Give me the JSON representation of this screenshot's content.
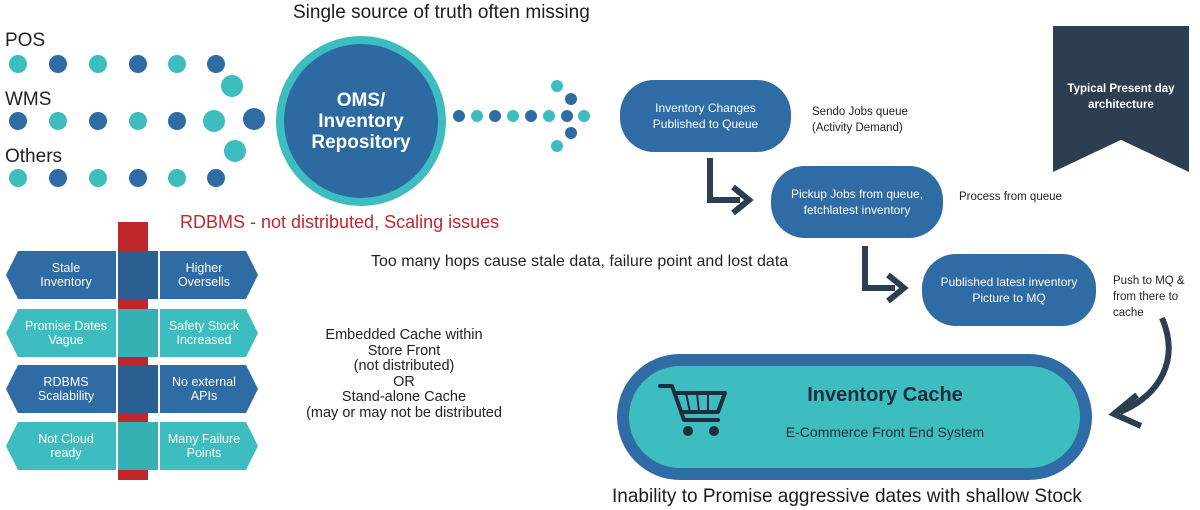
{
  "header": {
    "title": "Single source of truth often missing"
  },
  "sources": {
    "pos": "POS",
    "wms": "WMS",
    "others": "Others"
  },
  "oms": {
    "line1": "OMS/",
    "line2": "Inventory",
    "line3": "Repository"
  },
  "flow": {
    "step1": {
      "line1": "Inventory Changes",
      "line2": "Published to Queue",
      "note_line1": "Sendo Jobs queue",
      "note_line2": "(Activity Demand)"
    },
    "step2": {
      "line1": "Pickup Jobs from queue,",
      "line2": "fetchlatest inventory",
      "note": "Process from queue"
    },
    "step3": {
      "line1": "Published latest inventory",
      "line2": "Picture to MQ",
      "note_line1": "Push to MQ &",
      "note_line2": "from there to cache"
    }
  },
  "banner": {
    "line1": "Typical Present day",
    "line2": "architecture"
  },
  "issues": {
    "rdbms_title": "RDBMS - not distributed, Scaling issues",
    "hops": "Too many hops cause stale data, failure point and lost data",
    "rows": [
      {
        "left_line1": "Stale",
        "left_line2": "Inventory",
        "right_line1": "Higher",
        "right_line2": "Oversells"
      },
      {
        "left_line1": "Promise Dates",
        "left_line2": "Vague",
        "right_line1": "Safety Stock",
        "right_line2": "Increased"
      },
      {
        "left_line1": "RDBMS",
        "left_line2": "Scalability",
        "right_line1": "No external",
        "right_line2": "APIs"
      },
      {
        "left_line1": "Not Cloud",
        "left_line2": "ready",
        "right_line1": "Many Failure",
        "right_line2": "Points"
      }
    ]
  },
  "cache_note": {
    "line1": "Embedded Cache within",
    "line2": "Store Front",
    "line3": "(not distributed)",
    "line4": "OR",
    "line5": "Stand-alone Cache",
    "line6": "(may or may not be distributed"
  },
  "cache": {
    "title": "Inventory Cache",
    "subtitle": "E-Commerce Front End System"
  },
  "footer": {
    "text": "Inability to Promise aggressive dates with shallow Stock"
  },
  "colors": {
    "teal": "#3dbdbf",
    "blue": "#2f6ba5",
    "navy": "#2d3e50",
    "red": "#c0272d",
    "arrow": "#2d3e50"
  }
}
